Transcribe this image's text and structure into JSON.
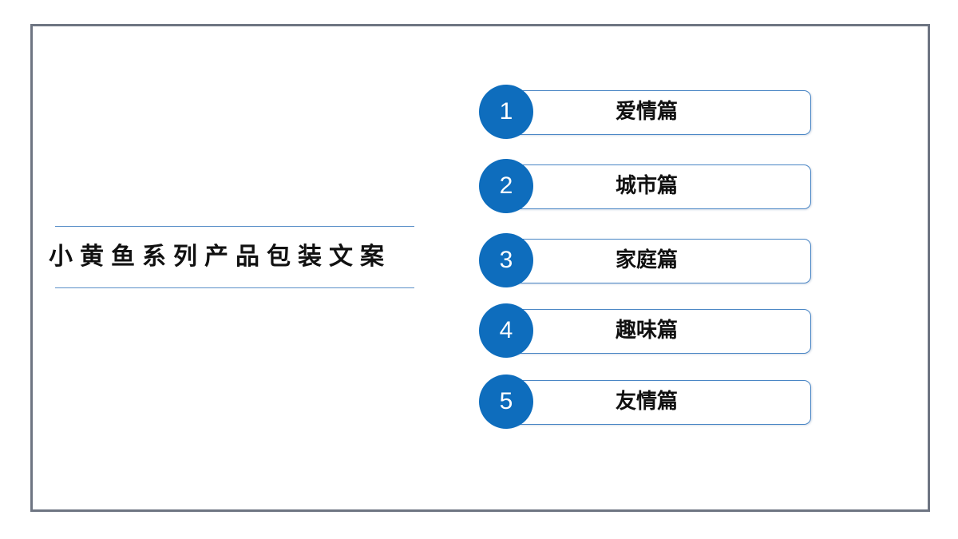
{
  "title": "小黄鱼系列产品包装文案",
  "colors": {
    "frame": "#6e7582",
    "accent": "#0e6dbd",
    "outline": "#4a86c5"
  },
  "items": [
    {
      "number": "1",
      "label": "爱情篇"
    },
    {
      "number": "2",
      "label": "城市篇"
    },
    {
      "number": "3",
      "label": "家庭篇"
    },
    {
      "number": "4",
      "label": "趣味篇"
    },
    {
      "number": "5",
      "label": "友情篇"
    }
  ]
}
